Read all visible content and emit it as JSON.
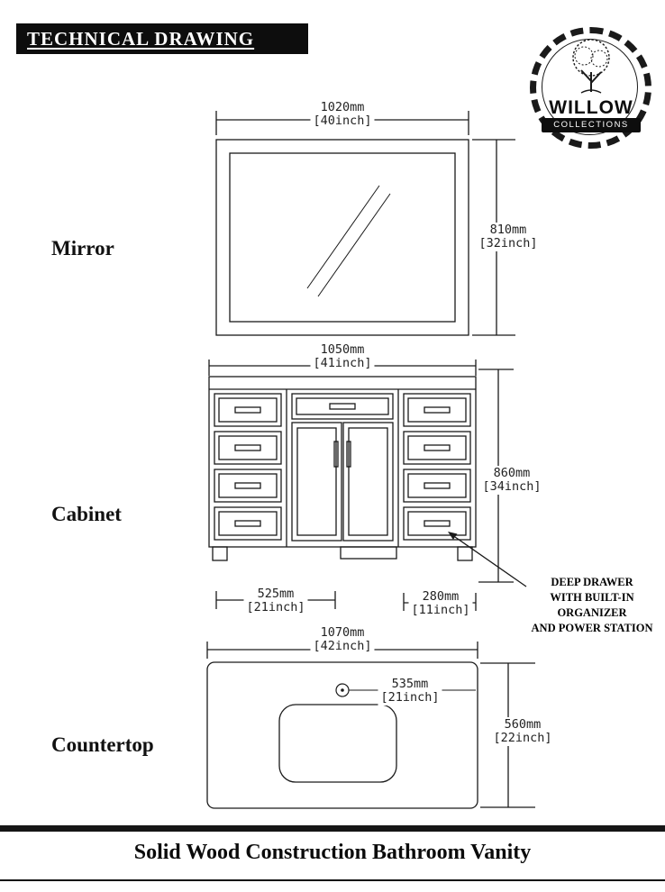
{
  "header": {
    "title": "TECHNICAL DRAWING"
  },
  "logo": {
    "brand": "WILLOW",
    "sub": "COLLECTIONS"
  },
  "icons": {
    "logo": "tree-icon"
  },
  "colors": {
    "ink": "#1a1a1a",
    "background": "#ffffff",
    "header_bg": "#0d0d0d"
  },
  "mirror": {
    "label": "Mirror",
    "width": {
      "mm": "1020mm",
      "inch": "[40inch]"
    },
    "height": {
      "mm": "810mm",
      "inch": "[32inch]"
    }
  },
  "cabinet": {
    "label": "Cabinet",
    "width": {
      "mm": "1050mm",
      "inch": "[41inch]"
    },
    "height": {
      "mm": "860mm",
      "inch": "[34inch]"
    },
    "left_width": {
      "mm": "525mm",
      "inch": "[21inch]"
    },
    "right_width": {
      "mm": "280mm",
      "inch": "[11inch]"
    },
    "callout_lines": [
      "DEEP DRAWER",
      "WITH BUILT-IN",
      "ORGANIZER",
      "AND POWER STATION"
    ]
  },
  "countertop": {
    "label": "Countertop",
    "width": {
      "mm": "1070mm",
      "inch": "[42inch]"
    },
    "depth": {
      "mm": "560mm",
      "inch": "[22inch]"
    },
    "faucet_offset": {
      "mm": "535mm",
      "inch": "[21inch]"
    }
  },
  "footer": {
    "title": "Solid Wood Construction Bathroom Vanity"
  }
}
